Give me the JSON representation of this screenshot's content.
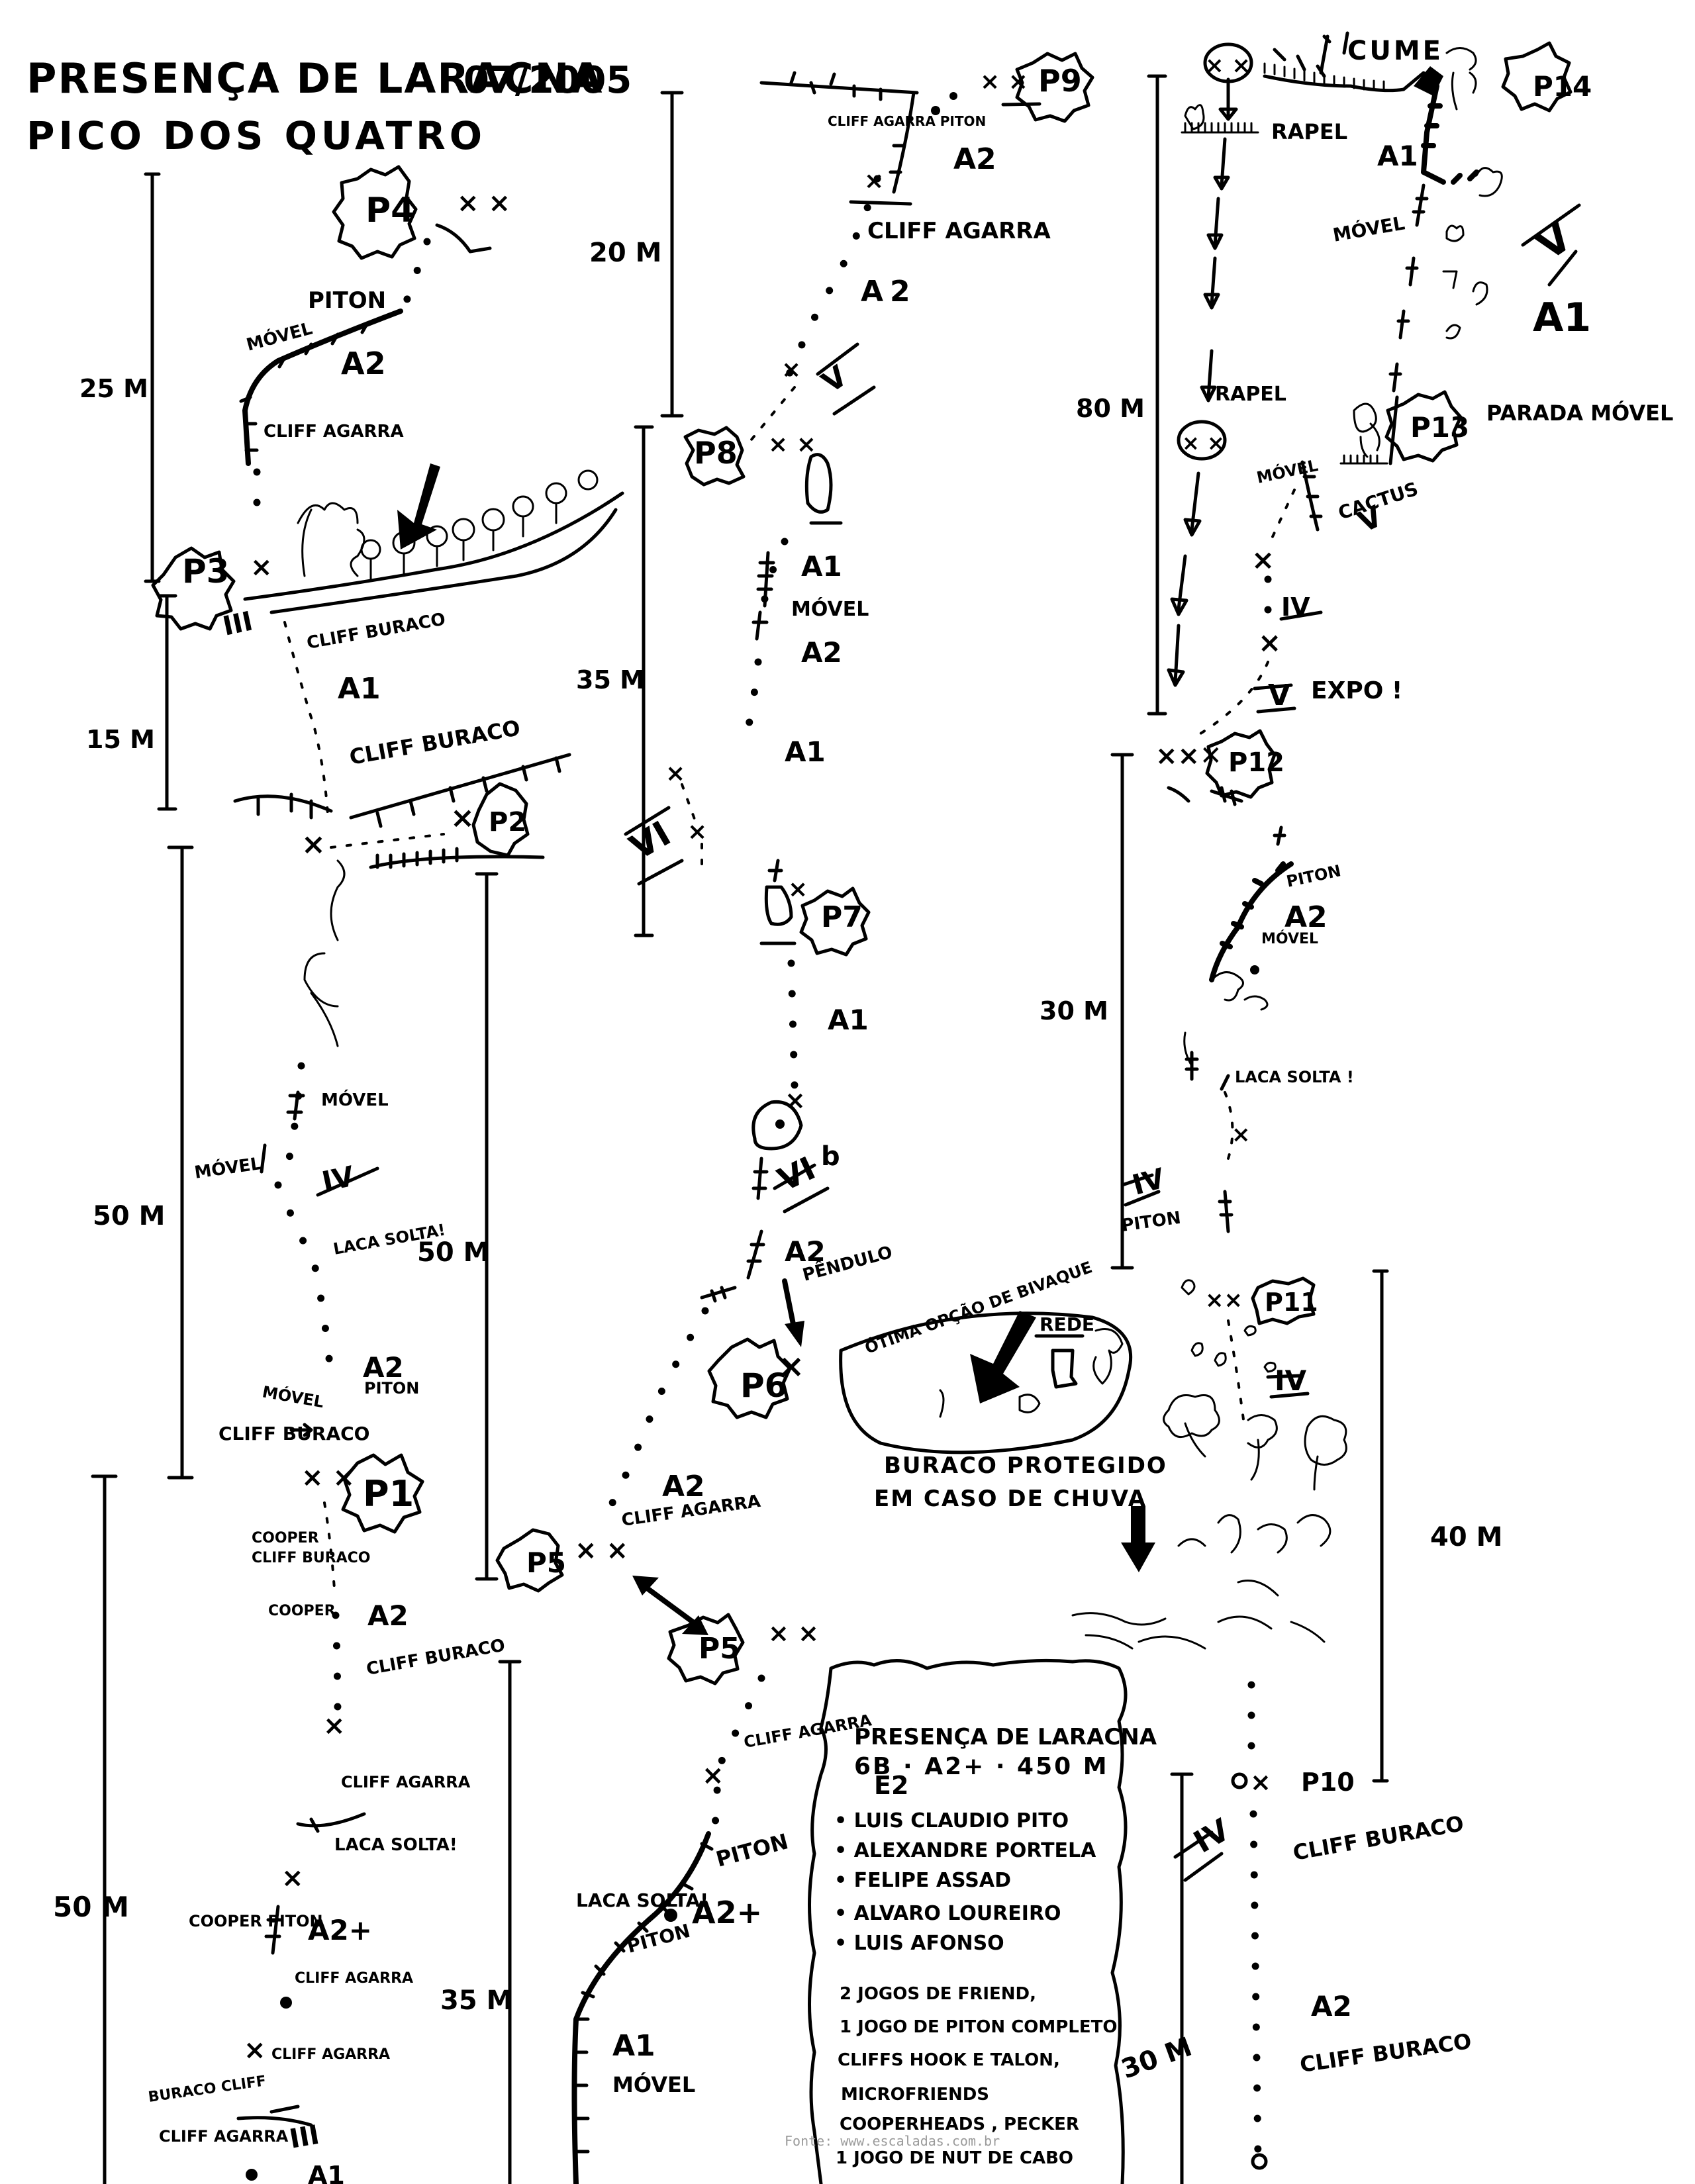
{
  "header": {
    "route_name": "PRESENÇA DE LARACNA",
    "date": "07/2005",
    "peak": "PICO DOS QUATRO"
  },
  "belays": [
    {
      "id": "P1"
    },
    {
      "id": "P2"
    },
    {
      "id": "P3"
    },
    {
      "id": "P4"
    },
    {
      "id": "P5"
    },
    {
      "id": "P5b",
      "label": "P5"
    },
    {
      "id": "P6"
    },
    {
      "id": "P7"
    },
    {
      "id": "P8"
    },
    {
      "id": "P9"
    },
    {
      "id": "P10"
    },
    {
      "id": "P11"
    },
    {
      "id": "P12"
    },
    {
      "id": "P13"
    },
    {
      "id": "P14"
    }
  ],
  "belay_labels": {
    "p1": "P1",
    "p2": "P2",
    "p3": "P3",
    "p4": "P4",
    "p5a": "P5",
    "p5b": "P5",
    "p6": "P6",
    "p7": "P7",
    "p8": "P8",
    "p9": "P9",
    "p10": "P10",
    "p11": "P11",
    "p12": "P12",
    "p13": "P13",
    "p14": "P14"
  },
  "pitch_lengths": {
    "p4": "25 M",
    "p3": "15 M",
    "p2": "50 M",
    "p2_inner": "50 M",
    "p1": "50 M",
    "p9": "20 M",
    "p8": "35 M",
    "p6": "35 M",
    "p14": "80 M",
    "p12": "30 M",
    "p11": "40 M",
    "p10": "30 M"
  },
  "grades": {
    "g_p3_III": "III",
    "g_p2_IV": "IV",
    "g_p8_V": "V",
    "g_p7_VI": "VI",
    "g_p6_VIb": "VI",
    "g_p6_b": "b",
    "g_p14_V": "V",
    "g_p13_V": "V",
    "g_p12_IV": "IV",
    "g_p12_V": "V",
    "g_p11_IV": "IV",
    "g_p11_IV2": "IV",
    "g_p10_IV": "IV",
    "g_start_III": "III"
  },
  "aid": {
    "a_p4": "A2",
    "a_p3": "A1",
    "a_p1": "A2",
    "a_start1": "A2",
    "a_start2": "A2+",
    "a_p9a": "A2",
    "a_p9b": "A2",
    "a_p8a": "A1",
    "a_p8b": "A2",
    "a_p8c": "A1",
    "a_p7": "A1",
    "a_p6": "A2",
    "a_p5": "A2",
    "a_p5b": "A2+",
    "a_p5c": "A1",
    "a_p14": "A1",
    "a_p13": "A1",
    "a_p12": "A2",
    "a_p10": "A2"
  },
  "annotations": {
    "piton_p4": "PITON",
    "movel_p4": "MÓVEL",
    "cliff_agarra_p4": "CLIFF AGARRA",
    "cliff_buraco_p3a": "CLIFF BURACO",
    "cliff_buraco_p3b": "CLIFF BURACO",
    "movel_p2a": "MÓVEL",
    "movel_p2b": "MÓVEL",
    "laca_solta_p2": "LACA SOLTA!",
    "movel_p2c": "MÓVEL",
    "piton_p2": "PITON",
    "cliff_buraco_p2": "CLIFF BURACO",
    "cooper_p1a": "COOPER",
    "cliff_buraco_p1a": "CLIFF BURACO",
    "cooper_p1b": "COOPER",
    "cliff_buraco_p1b": "CLIFF BURACO",
    "cliff_agarra_p1a": "CLIFF AGARRA",
    "laca_solta_p1": "LACA SOLTA!",
    "cooper_piton": "COOPER PITON",
    "cliff_agarra_p1b": "CLIFF AGARRA",
    "cliff_agarra_p1c": "CLIFF AGARRA",
    "buraco_cliff": "BURACO CLIFF",
    "cliff_agarra_p1d": "CLIFF AGARRA",
    "cliff_agarra_p9a": "CLIFF AGARRA PITON",
    "cliff_agarra_p9b": "CLIFF AGARRA",
    "movel_p8": "MÓVEL",
    "pendulo": "PÊNDULO",
    "bivouac": "ÓTIMA OPÇÃO DE BIVAQUE",
    "rede": "REDE",
    "buraco_protegido": "BURACO PROTEGIDO",
    "em_caso_chuva": "EM CASO DE CHUVA",
    "cliff_agarra_p5": "CLIFF AGARRA",
    "cliff_agarra_p5b": "CLIFF AGARRA",
    "piton_p5a": "PITON",
    "laca_solta_p5": "LACA SOLTA!",
    "piton_p5b": "PITON",
    "movel_p5": "MÓVEL",
    "cume": "CUME",
    "rapel_1": "RAPEL",
    "rapel_2": "RAPEL",
    "movel_p14": "MÓVEL",
    "parada_movel": "PARADA MÓVEL",
    "cactus": "CACTUS",
    "movel_p13": "MÓVEL",
    "expo": "EXPO !",
    "piton_p12": "PITON",
    "movel_p12": "MÓVEL",
    "laca_solta_p12": "LACA SOLTA !",
    "piton_p11": "PITON",
    "cliff_buraco_p10a": "CLIFF BURACO",
    "cliff_buraco_p10b": "CLIFF BURACO"
  },
  "info_box": {
    "title": "PRESENÇA DE LARACNA",
    "grade": "6B · A2+ · 450 M",
    "exposure": "E2",
    "first_ascensionists": [
      "LUIS CLAUDIO PITO",
      "ALEXANDRE PORTELA",
      "FELIPE ASSAD",
      "ALVARO LOUREIRO",
      "LUIS AFONSO"
    ],
    "gear": [
      "2 JOGOS DE FRIEND,",
      "1 JOGO DE PITON COMPLETO",
      "CLIFFS HOOK E TALON,",
      "MICROFRIENDS",
      "COOPERHEADS , PECKER",
      "1 JOGO DE NUT DE CABO"
    ]
  },
  "watermark": "Fonte: www.escaladas.com.br",
  "colors": {
    "ink": "#000000",
    "paper": "#ffffff",
    "watermark": "#9a9a9a"
  }
}
